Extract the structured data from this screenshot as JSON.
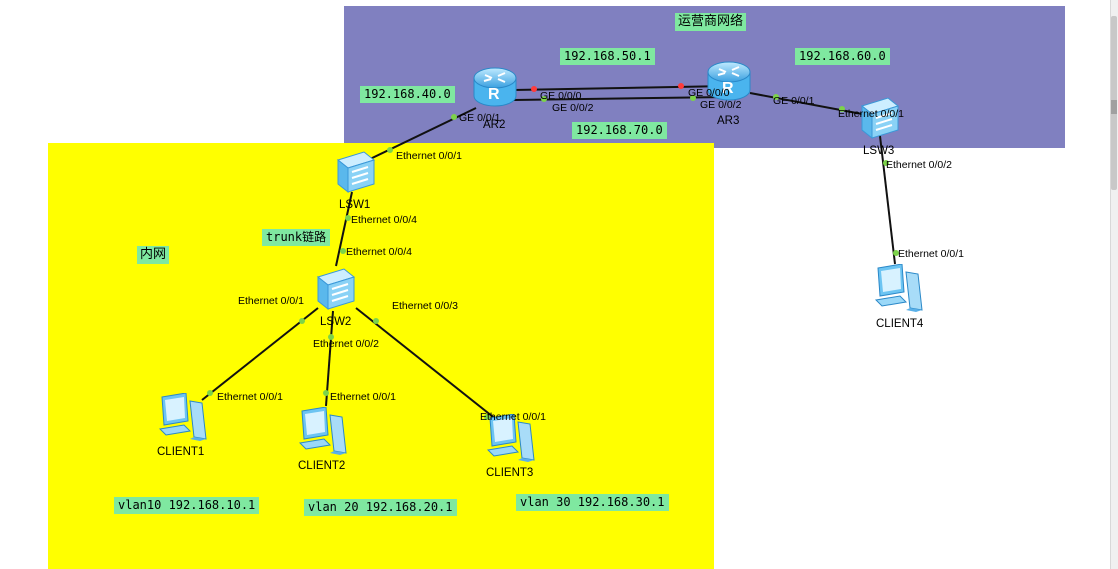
{
  "zones": {
    "isp_title": "运营商网络",
    "lan_title": "内网"
  },
  "subnets": {
    "net40": "192.168.40.0",
    "net50": "192.168.50.1",
    "net60": "192.168.60.0",
    "net70": "192.168.70.0"
  },
  "trunk_label": "trunk链路",
  "vlans": {
    "vlan10": "vlan10 192.168.10.1",
    "vlan20": "vlan 20 192.168.20.1",
    "vlan30": "vlan 30 192.168.30.1"
  },
  "devices": {
    "ar2": "AR2",
    "ar3": "AR3",
    "lsw1": "LSW1",
    "lsw2": "LSW2",
    "lsw3": "LSW3",
    "client1": "CLIENT1",
    "client2": "CLIENT2",
    "client3": "CLIENT3",
    "client4": "CLIENT4"
  },
  "ports": {
    "ar2_ge000": "GE 0/0/0",
    "ar2_ge002": "GE 0/0/2",
    "ar2_ge001": "GE 0/0/1",
    "ar3_ge000": "GE 0/0/0",
    "ar3_ge002": "GE 0/0/2",
    "ar3_ge001": "GE 0/0/1",
    "lsw1_e001": "Ethernet 0/0/1",
    "lsw1_e004": "Ethernet 0/0/4",
    "lsw2_e004": "Ethernet 0/0/4",
    "lsw2_e001": "Ethernet 0/0/1",
    "lsw2_e002": "Ethernet 0/0/2",
    "lsw2_e003": "Ethernet 0/0/3",
    "lsw3_e001": "Ethernet 0/0/1",
    "lsw3_e002": "Ethernet 0/0/2",
    "c1_e001": "Ethernet 0/0/1",
    "c2_e001": "Ethernet 0/0/1",
    "c3_e001": "Ethernet 0/0/1",
    "c4_e001": "Ethernet 0/0/1"
  },
  "colors": {
    "isp_zone": "#8080c0",
    "lan_zone": "#ffff00",
    "label_bg": "#7fe8a0",
    "port_up": "#7cd34a",
    "port_down": "#ff3b3b",
    "link": "#111111"
  }
}
